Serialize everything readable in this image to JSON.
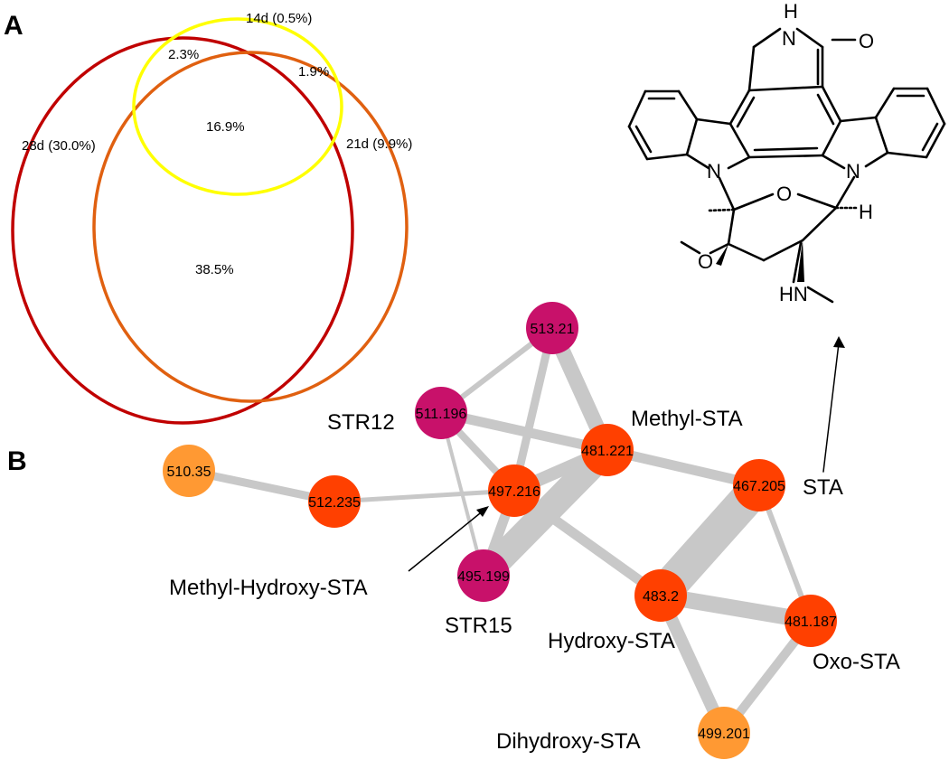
{
  "panels": {
    "a": "A",
    "b": "B"
  },
  "venn": {
    "sets": [
      {
        "label": "28d (30.0%)",
        "color": "#c00000"
      },
      {
        "label": "14d (0.5%)",
        "color": "#ffff00"
      },
      {
        "label": "21d (9.9%)",
        "color": "#e06010"
      }
    ],
    "regions": {
      "d28_d14": "2.3%",
      "d14_d21": "1.9%",
      "all_three": "16.9%",
      "d28_d21": "38.5%"
    }
  },
  "network": {
    "nodes": [
      {
        "id": "n513",
        "label": "513.21",
        "color": "#c8116a"
      },
      {
        "id": "n511",
        "label": "511.196",
        "color": "#c8116a"
      },
      {
        "id": "n481a",
        "label": "481.221",
        "color": "#ff4000"
      },
      {
        "id": "n497",
        "label": "497.216",
        "color": "#ff4000"
      },
      {
        "id": "n510",
        "label": "510.35",
        "color": "#ff9933"
      },
      {
        "id": "n512",
        "label": "512.235",
        "color": "#ff4000"
      },
      {
        "id": "n467",
        "label": "467.205",
        "color": "#ff4000"
      },
      {
        "id": "n495",
        "label": "495.199",
        "color": "#c8116a"
      },
      {
        "id": "n483",
        "label": "483.2",
        "color": "#ff4000"
      },
      {
        "id": "n481b",
        "label": "481.187",
        "color": "#ff4000"
      },
      {
        "id": "n499",
        "label": "499.201",
        "color": "#ff9933"
      }
    ],
    "names": {
      "str12": "STR12",
      "methyl_sta": "Methyl-STA",
      "sta": "STA",
      "methyl_hydroxy_sta": "Methyl-Hydroxy-STA",
      "str15": "STR15",
      "hydroxy_sta": "Hydroxy-STA",
      "oxo_sta": "Oxo-STA",
      "dihydroxy_sta": "Dihydroxy-STA"
    }
  },
  "structure": {
    "atoms": {
      "nh_h": "H",
      "n_lactam": "N",
      "o_carbonyl": "O",
      "n_left": "N",
      "n_right": "N",
      "o_ring": "O",
      "h_chiral": "H",
      "o_methoxy": "O",
      "hn": "HN"
    }
  }
}
